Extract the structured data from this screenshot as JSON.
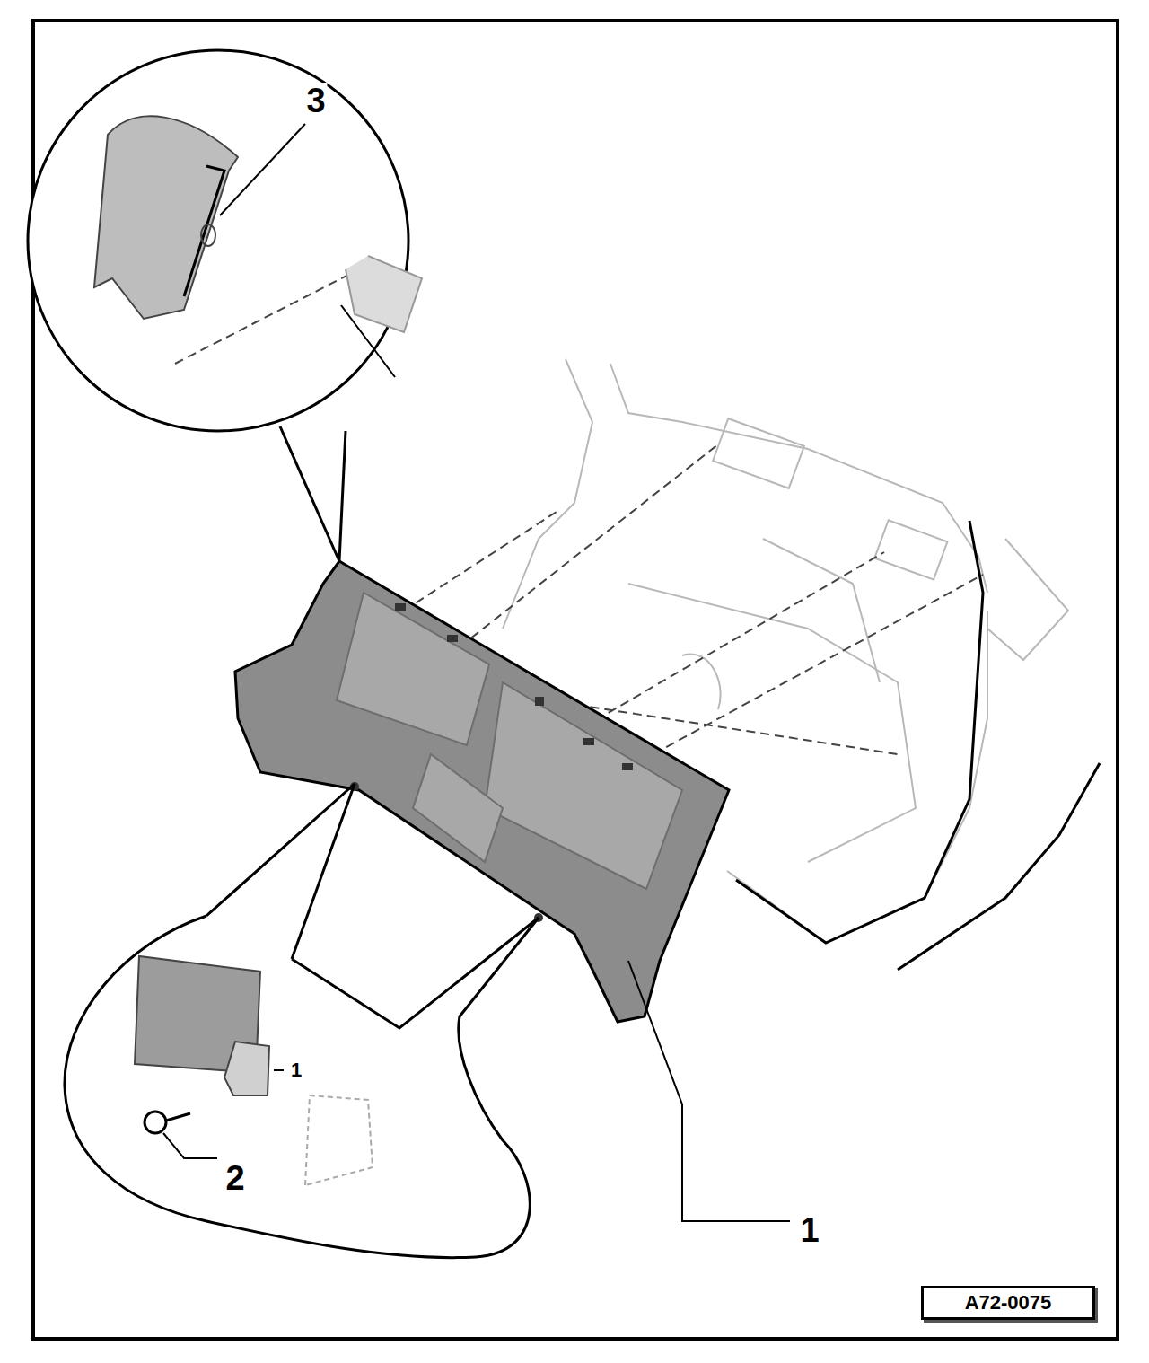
{
  "diagram": {
    "nodes": [
      {
        "text": [
          "A72-0075"
        ]
      }
    ],
    "labels": [
      "3",
      "1",
      "2",
      "1"
    ]
  }
}
